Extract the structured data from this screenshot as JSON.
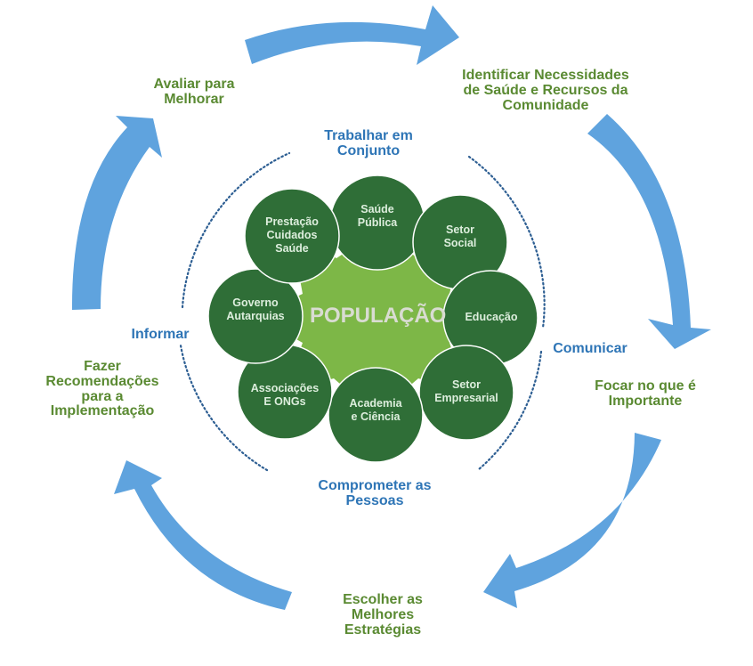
{
  "colors": {
    "arrow": "#5fa3de",
    "step_text": "#5a8a32",
    "action_text": "#2e75b6",
    "node_fill": "#2f6e37",
    "center_fill": "#7db747",
    "dotted_ring": "#2e5f93"
  },
  "cycle_steps": [
    {
      "id": "avaliar",
      "text": "Avaliar para\nMelhorar"
    },
    {
      "id": "identificar",
      "text": "Identificar Necessidades\nde Saúde e Recursos da\nComunidade"
    },
    {
      "id": "focar",
      "text": "Focar no que é\nImportante"
    },
    {
      "id": "escolher",
      "text": "Escolher as\nMelhores\nEstratégias"
    },
    {
      "id": "fazer",
      "text": "Fazer\nRecomendações\npara a\nImplementação"
    }
  ],
  "actions": [
    {
      "id": "trabalhar",
      "text": "Trabalhar em\nConjunto"
    },
    {
      "id": "comunicar",
      "text": "Comunicar"
    },
    {
      "id": "comprometer",
      "text": "Comprometer as\nPessoas"
    },
    {
      "id": "informar",
      "text": "Informar"
    }
  ],
  "center": {
    "text": "POPULAÇÃO"
  },
  "sectors": [
    {
      "id": "saude-publica",
      "text": "Saúde\nPública"
    },
    {
      "id": "setor-social",
      "text": "Setor\nSocial"
    },
    {
      "id": "educacao",
      "text": "Educação"
    },
    {
      "id": "setor-empresarial",
      "text": "Setor\nEmpresarial"
    },
    {
      "id": "academia",
      "text": "Academia\ne Ciência"
    },
    {
      "id": "associacoes",
      "text": "Associações\nE ONGs"
    },
    {
      "id": "governo",
      "text": "Governo\nAutarquias"
    },
    {
      "id": "prestacao",
      "text": "Prestação\nCuidados\nSaúde"
    }
  ]
}
